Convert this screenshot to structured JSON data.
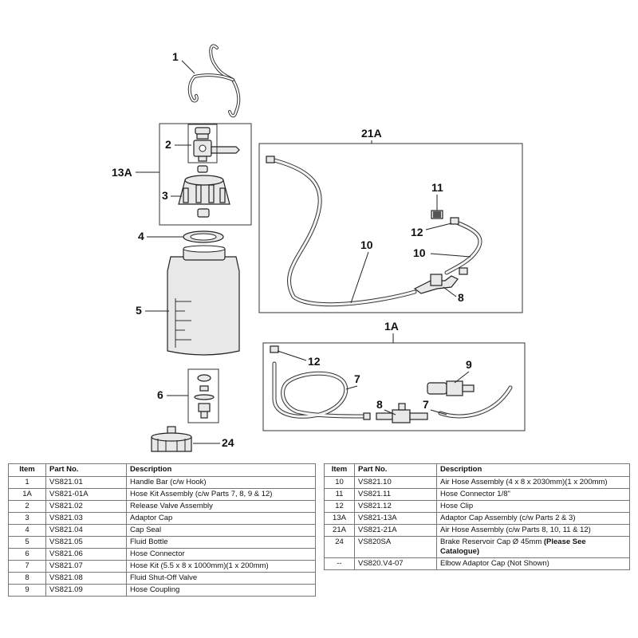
{
  "callouts": {
    "c1": "1",
    "c2": "2",
    "c3": "3",
    "c13a": "13A",
    "c4": "4",
    "c5": "5",
    "c6": "6",
    "c24": "24",
    "c21a": "21A",
    "c11": "11",
    "c12a": "12",
    "c10a": "10",
    "c10b": "10",
    "c8a": "8",
    "c1a": "1A",
    "c12b": "12",
    "c7a": "7",
    "c9": "9",
    "c8b": "8",
    "c7b": "7"
  },
  "table_headers": {
    "item": "Item",
    "part_no": "Part No.",
    "description": "Description"
  },
  "table_left": [
    {
      "item": "1",
      "part_no": "VS821.01",
      "description": "Handle Bar (c/w Hook)"
    },
    {
      "item": "1A",
      "part_no": "VS821-01A",
      "description": "Hose Kit Assembly (c/w Parts 7, 8, 9 & 12)"
    },
    {
      "item": "2",
      "part_no": "VS821.02",
      "description": "Release Valve Assembly"
    },
    {
      "item": "3",
      "part_no": "VS821.03",
      "description": "Adaptor Cap"
    },
    {
      "item": "4",
      "part_no": "VS821.04",
      "description": "Cap Seal"
    },
    {
      "item": "5",
      "part_no": "VS821.05",
      "description": "Fluid Bottle"
    },
    {
      "item": "6",
      "part_no": "VS821.06",
      "description": "Hose Connector"
    },
    {
      "item": "7",
      "part_no": "VS821.07",
      "description": "Hose Kit (5.5 x 8 x 1000mm)(1 x 200mm)"
    },
    {
      "item": "8",
      "part_no": "VS821.08",
      "description": "Fluid Shut-Off Valve"
    },
    {
      "item": "9",
      "part_no": "VS821.09",
      "description": "Hose Coupling"
    }
  ],
  "table_right": [
    {
      "item": "10",
      "part_no": "VS821.10",
      "description": "Air Hose Assembly  (4 x 8 x 2030mm)(1 x 200mm)"
    },
    {
      "item": "11",
      "part_no": "VS821.11",
      "description": "Hose Connector 1/8\""
    },
    {
      "item": "12",
      "part_no": "VS821.12",
      "description": "Hose Clip"
    },
    {
      "item": "13A",
      "part_no": "VS821-13A",
      "description": "Adaptor Cap Assembly (c/w Parts 2 & 3)"
    },
    {
      "item": "21A",
      "part_no": "VS821-21A",
      "description": "Air Hose Assembly (c/w Parts 8, 10, 11 & 12)"
    },
    {
      "item": "24",
      "part_no": "VS820SA",
      "description": "Brake Reservoir Cap Ø 45mm ",
      "note": "(Please See Catalogue)"
    },
    {
      "item": "--",
      "part_no": "VS820.V4-07",
      "description": "Elbow Adaptor Cap (Not Shown)"
    }
  ]
}
